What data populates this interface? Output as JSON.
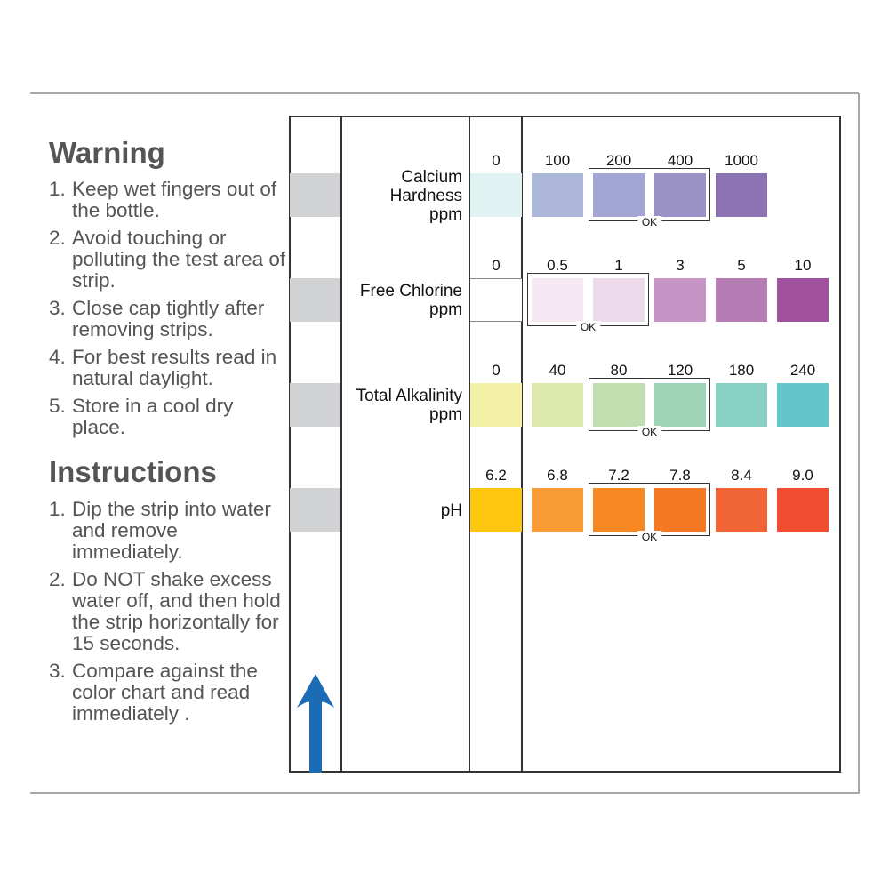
{
  "warning": {
    "title": "Warning",
    "items": [
      "Keep wet fingers out of the bottle.",
      "Avoid touching or polluting the test area of strip.",
      "Close cap tightly after removing strips.",
      "For best results read in natural daylight.",
      "Store in a cool dry place."
    ]
  },
  "instructions": {
    "title": "Instructions",
    "items": [
      "Dip the strip into water and remove immediately.",
      "Do NOT shake excess water off, and then hold the strip horizontally for 15 seconds.",
      "Compare against the color chart and read immediately ."
    ]
  },
  "ok_label": "OK",
  "arrow_color": "#1b6bb5",
  "rows": [
    {
      "name": "Calcium Hardness ppm",
      "values": [
        "0",
        "100",
        "200",
        "400",
        "1000"
      ],
      "colors": [
        "#e0f2f1",
        "#adb8d8",
        "#a3a6d5",
        "#9a92c6",
        "#8b72b3"
      ],
      "ok": [
        2,
        3
      ]
    },
    {
      "name": "Free Chlorine ppm",
      "values": [
        "0",
        "0.5",
        "1",
        "3",
        "5",
        "10"
      ],
      "colors": [
        "#ffffff",
        "#f5e8f2",
        "#ecd9ea",
        "#c795c5",
        "#b57db3",
        "#a0529e"
      ],
      "ok": [
        1,
        2
      ]
    },
    {
      "name": "Total Alkalinity ppm",
      "values": [
        "0",
        "40",
        "80",
        "120",
        "180",
        "240"
      ],
      "colors": [
        "#f3f1a6",
        "#dde8ad",
        "#c0dfb1",
        "#9ed4b7",
        "#89d0c4",
        "#64c6c9"
      ],
      "ok": [
        2,
        3
      ]
    },
    {
      "name": "pH",
      "values": [
        "6.2",
        "6.8",
        "7.2",
        "7.8",
        "8.4",
        "9.0"
      ],
      "colors": [
        "#ffc610",
        "#f99b35",
        "#f58820",
        "#f47723",
        "#f16435",
        "#ef4c30"
      ],
      "ok": [
        2,
        3
      ]
    }
  ]
}
